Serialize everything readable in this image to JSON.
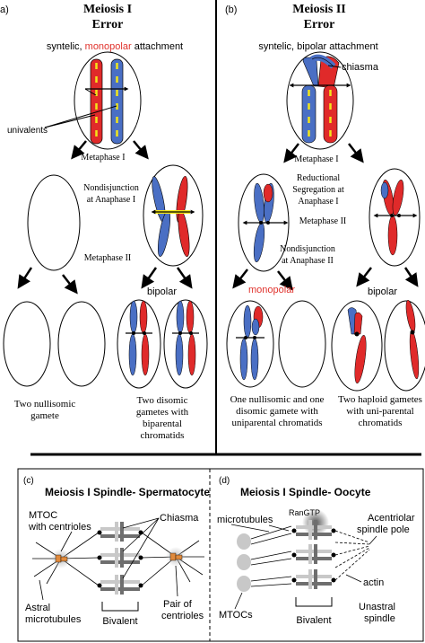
{
  "panels": {
    "a": {
      "letter": "a)",
      "title_line1": "Meiosis I",
      "title_line2": "Error",
      "attachment_prefix": "syntelic, ",
      "attachment_highlight": "monopolar",
      "attachment_suffix": " attachment",
      "univalents": "univalents",
      "metaphase_1": "Metaphase I",
      "nondisjunction_line1": "Nondisjunction",
      "nondisjunction_line2": "at Anaphase I",
      "metaphase_2": "Metaphase II",
      "bipolar": "bipolar",
      "left_outcome_line1": "Two nullisomic",
      "left_outcome_line2": "gamete",
      "right_outcome_line1": "Two disomic",
      "right_outcome_line2": "gametes with",
      "right_outcome_line3": "biparental",
      "right_outcome_line4": "chromatids"
    },
    "b": {
      "letter": "(b)",
      "title_line1": "Meiosis II",
      "title_line2": "Error",
      "attachment": "syntelic, bipolar attachment",
      "chiasma": "chiasma",
      "metaphase_1": "Metaphase I",
      "reductional_line1": "Reductional",
      "reductional_line2": "Segregation at",
      "reductional_line3": "Anaphase I",
      "metaphase_2": "Metaphase II",
      "nondisjunction_line1": "Nondisjunction",
      "nondisjunction_line2": "at Anaphase II",
      "monopolar": "monopolar",
      "bipolar": "bipolar",
      "left_outcome_line1": "One nullisomic and one",
      "left_outcome_line2": "disomic gamete with",
      "left_outcome_line3": "uniparental chromatids",
      "right_outcome_line1": "Two haploid gametes",
      "right_outcome_line2": "with uni-parental",
      "right_outcome_line3": "chromatids"
    },
    "c": {
      "letter": "(c)",
      "title": "Meiosis I Spindle- Spermatocyte",
      "mtoc_line1": "MTOC",
      "mtoc_line2": "with centrioles",
      "chiasma": "Chiasma",
      "astral_line1": "Astral",
      "astral_line2": "microtubules",
      "pair_line1": "Pair of",
      "pair_line2": "centrioles",
      "bivalent": "Bivalent"
    },
    "d": {
      "letter": "(d)",
      "title": "Meiosis I Spindle- Oocyte",
      "microtubules": "microtubules",
      "rangtp": "RanGTP",
      "acentriolar_line1": "Acentriolar",
      "acentriolar_line2": "spindle pole",
      "actin": "actin",
      "mtocs": "MTOCs",
      "unastral_line1": "Unastral",
      "unastral_line2": "spindle",
      "bivalent": "Bivalent"
    }
  },
  "colors": {
    "maternal": "#e02a2a",
    "paternal": "#4a6fc4",
    "kinetochore": "#f2e51a",
    "highlight_text": "#e0322c",
    "centrosome": "#e08a3c",
    "text": "#111111"
  }
}
